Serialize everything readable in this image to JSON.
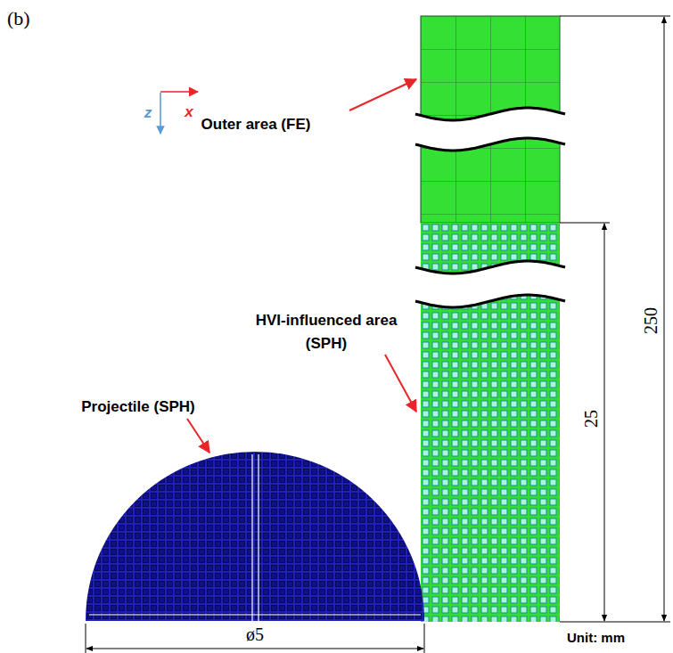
{
  "diagram": {
    "labels": [
      "(b)",
      "z",
      "x",
      "Outer area (FE)",
      "HVI-influenced area (SPH)",
      "Projectile (SPH)",
      "250",
      "25",
      "ø5",
      "Unit: mm"
    ]
  }
}
